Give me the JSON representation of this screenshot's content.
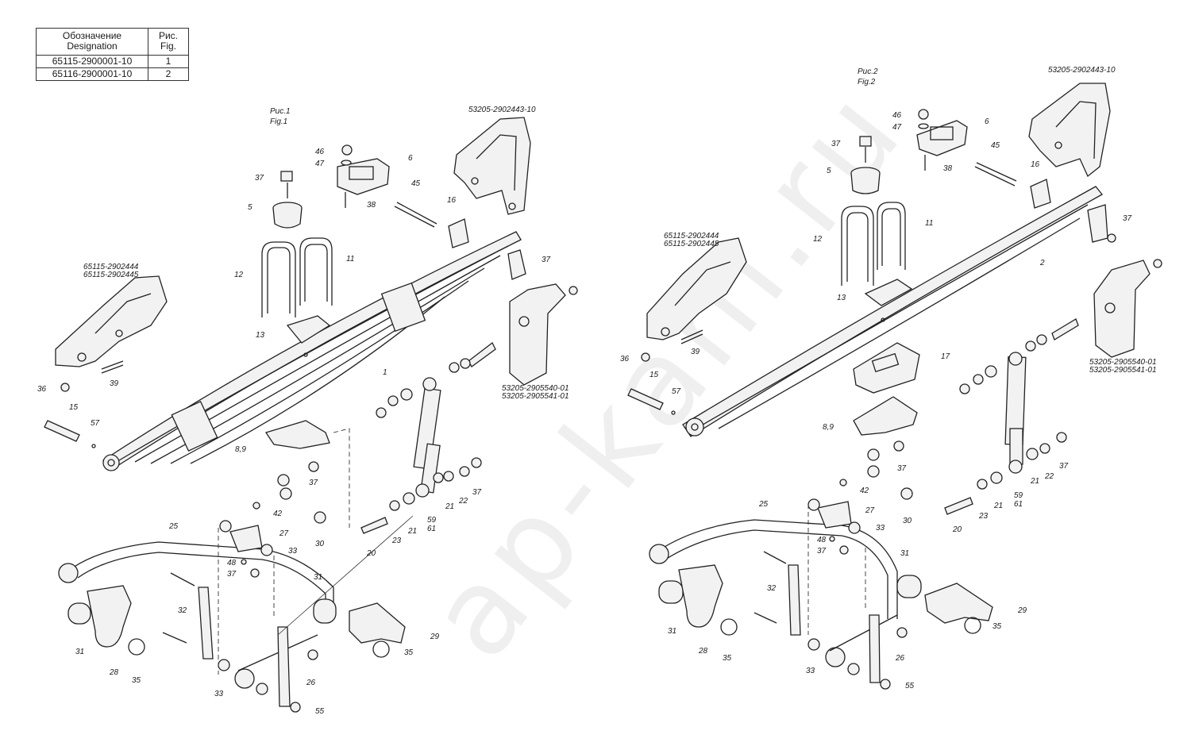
{
  "legend": {
    "header_designation": "Обозначение\nDesignation",
    "header_fig": "Рис.\nFig.",
    "rows": [
      {
        "designation": "65115-2900001-10",
        "fig": "1"
      },
      {
        "designation": "65116-2900001-10",
        "fig": "2"
      }
    ]
  },
  "figures": {
    "fig1": {
      "title_ru": "Рис.1",
      "title_en": "Fig.1"
    },
    "fig2": {
      "title_ru": "Рис.2",
      "title_en": "Fig.2"
    }
  },
  "part_codes": {
    "bracket_front": "53205-2902443-10",
    "bracket_rear_a": "65115-2902444",
    "bracket_rear_b": "65115-2902445",
    "bracket_shock_a": "53205-2905540-01",
    "bracket_shock_b": "53205-2905541-01"
  },
  "watermark": "ap-kam.ru",
  "fig1_callouts": [
    "1",
    "5",
    "6",
    "11",
    "12",
    "13",
    "15",
    "16",
    "20",
    "21",
    "21",
    "22",
    "23",
    "25",
    "26",
    "27",
    "28",
    "29",
    "30",
    "31",
    "31",
    "32",
    "33",
    "33",
    "35",
    "35",
    "36",
    "37",
    "37",
    "37",
    "37",
    "37",
    "38",
    "39",
    "42",
    "45",
    "46",
    "47",
    "48",
    "55",
    "57",
    "59",
    "61",
    "8,9"
  ],
  "fig2_callouts": [
    "2",
    "5",
    "6",
    "11",
    "12",
    "13",
    "15",
    "16",
    "17",
    "20",
    "21",
    "21",
    "22",
    "23",
    "25",
    "26",
    "27",
    "28",
    "29",
    "30",
    "31",
    "31",
    "32",
    "33",
    "33",
    "35",
    "35",
    "36",
    "37",
    "37",
    "37",
    "37",
    "37",
    "38",
    "39",
    "42",
    "45",
    "46",
    "47",
    "48",
    "55",
    "57",
    "59",
    "61",
    "8,9"
  ]
}
